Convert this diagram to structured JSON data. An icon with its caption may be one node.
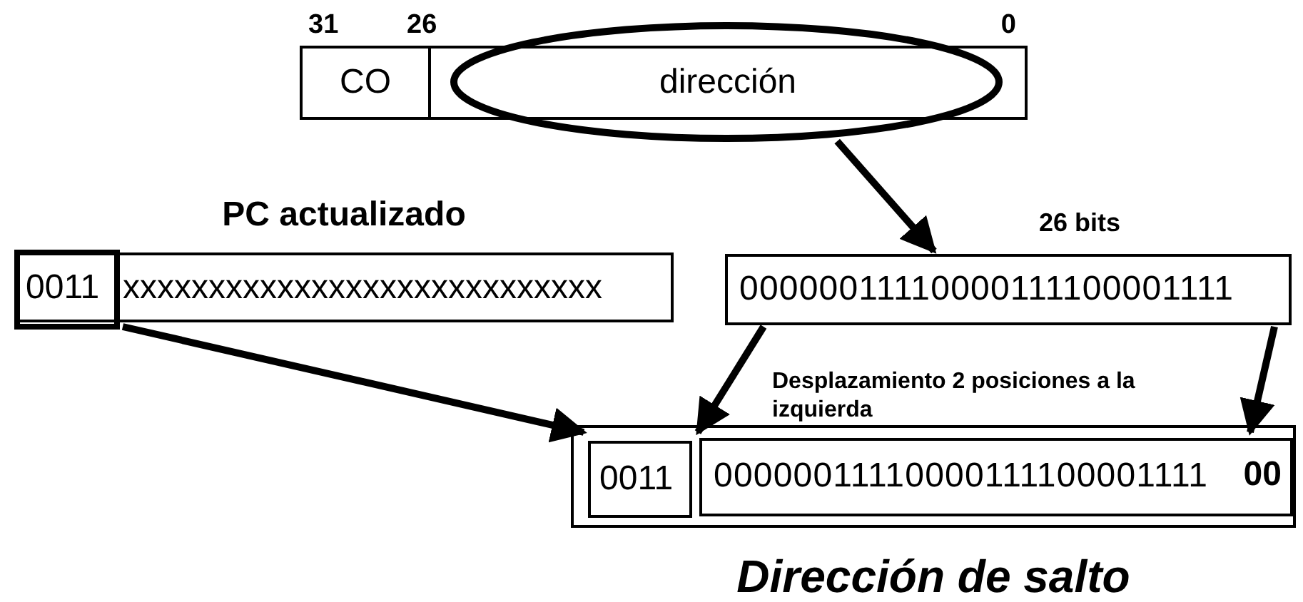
{
  "diagram": {
    "nodes": [
      {
        "text": [
          "CO"
        ],
        "beside": [
          "31",
          "26"
        ]
      },
      {
        "text": [
          "dirección"
        ],
        "beside": [
          "0"
        ]
      },
      {
        "text": [],
        "shape": "ellipse"
      },
      {
        "text": [
          "PC actualizado",
          "xxxxxxxxxxxxxxxxxxxxxxxxxxxx"
        ]
      },
      {
        "text": [
          "0011"
        ],
        "in": 3
      },
      {
        "text": [
          "26 bits",
          "00000011110000111100001111"
        ]
      },
      {
        "text": [
          "Dirección de salto"
        ]
      },
      {
        "text": [
          "0011"
        ],
        "in": 6
      },
      {
        "text": [
          "00000011110000111100001111",
          "00"
        ],
        "in": 6
      }
    ],
    "edges": [
      {
        "from": 2,
        "to": 5,
        "arrow": "to"
      },
      {
        "from": 4,
        "to": 7,
        "arrow": "to"
      },
      {
        "from": 5,
        "to": 8,
        "arrow": "to"
      },
      {
        "from": 5,
        "to": 8,
        "arrow": "to"
      }
    ],
    "labels": [
      "Desplazamiento 2 posiciones a la izquierda"
    ]
  }
}
